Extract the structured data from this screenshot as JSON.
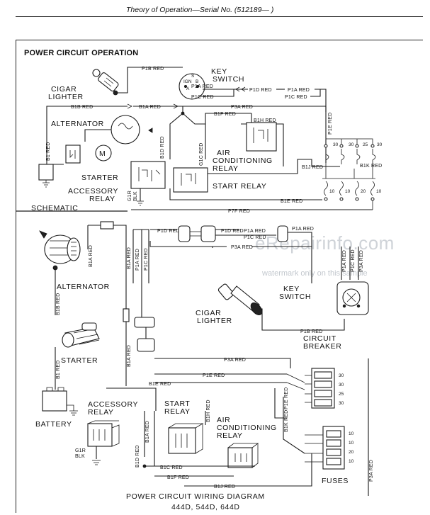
{
  "header": {
    "title": "Theory of Operation—Serial No. (512189—          )"
  },
  "section_title": "POWER CIRCUIT OPERATION",
  "schematic": {
    "heading": "SCHEMATIC",
    "components": {
      "cigar_lighter_1": "CIGAR",
      "cigar_lighter_2": "LIGHTER",
      "key_switch_1": "KEY",
      "key_switch_2": "SWITCH",
      "alternator": "ALTERNATOR",
      "starter": "STARTER",
      "motor_symbol": "M",
      "accessory_relay_1": "ACCESSORY",
      "accessory_relay_2": "RELAY",
      "ac_relay_1": "AIR",
      "ac_relay_2": "CONDITIONING",
      "ac_relay_3": "RELAY",
      "start_relay": "START RELAY"
    },
    "key_switch_terminals": {
      "ign": "IGN",
      "a": "A",
      "b": "B",
      "s": "S"
    },
    "fuse_values": [
      "30",
      "30",
      "25",
      "30",
      "10",
      "10",
      "20",
      "10"
    ],
    "wires": {
      "p1b": "P1B RED",
      "p1a_1": "P1A RED",
      "p1d": "P1D RED",
      "p1a_2": "P1A RED",
      "p1c_1": "P1C RED",
      "p1c_2": "P1C RED",
      "b1b": "B1B RED",
      "b1a": "B1A RED",
      "p3a": "P3A RED",
      "b1f": "B1F RED",
      "b1h": "B1H RED",
      "p1e": "P1E RED",
      "b1": "B1 RED",
      "b1d": "B1D RED",
      "g1c": "G1C RED",
      "b1j": "B1J RED",
      "b1k": "B1K RED",
      "g1r_1": "G1R",
      "g1r_2": "BLK",
      "b1e": "B1E RED",
      "p7f": "P7F RED"
    }
  },
  "wiring_diagram": {
    "components": {
      "alternator": "ALTERNATOR",
      "starter": "STARTER",
      "battery": "BATTERY",
      "accessory_relay_1": "ACCESSORY",
      "accessory_relay_2": "RELAY",
      "start_relay_1": "START",
      "start_relay_2": "RELAY",
      "ac_relay_1": "AIR",
      "ac_relay_2": "CONDITIONING",
      "ac_relay_3": "RELAY",
      "cigar_lighter_1": "CIGAR",
      "cigar_lighter_2": "LIGHTER",
      "key_switch_1": "KEY",
      "key_switch_2": "SWITCH",
      "circuit_breaker_1": "CIRCUIT",
      "circuit_breaker_2": "BREAKER",
      "fuses": "FUSES"
    },
    "breaker_values": [
      "30",
      "30",
      "25",
      "30"
    ],
    "fuse_values": [
      "10",
      "10",
      "20",
      "10"
    ],
    "wires": {
      "p1d": "P1D RED",
      "p1a_1": "P1A RED",
      "p1a_2": "P1A RED",
      "p1d_2": "P1D RED",
      "p1c": "P1C RED",
      "p1a_v": "P1A RED",
      "p1c_v": "P1C RED",
      "p1a_v2": "P1A RED",
      "p1c_v2": "P1C RED",
      "p1b": "P1B RED",
      "p3a_1": "P3A RED",
      "p3a_2": "P3A RED",
      "p3a_3": "P3A RED",
      "p1e": "P1E RED",
      "b1e": "B1E RED",
      "b1a_v1": "B1A RED",
      "b1a_v2": "B1A RED",
      "b1a_v3": "B1A RED",
      "b1a_v4": "B1A RED",
      "b1b": "B1B RED",
      "b1": "B1 RED",
      "g1r_1": "G1R",
      "g1r_2": "BLK",
      "b1d": "B1D RED",
      "b1c": "B1C RED",
      "b1f": "B1F RED",
      "b1j": "B1J RED",
      "b1h": "B1H RED",
      "b1k": "B1K RED",
      "p1e_v": "P1E RED"
    },
    "caption_1": "POWER CIRCUIT WIRING DIAGRAM",
    "caption_2": "444D, 544D, 644D"
  },
  "watermark": {
    "site": "eRepairinfo.com",
    "notice": "watermark only on this sample"
  }
}
